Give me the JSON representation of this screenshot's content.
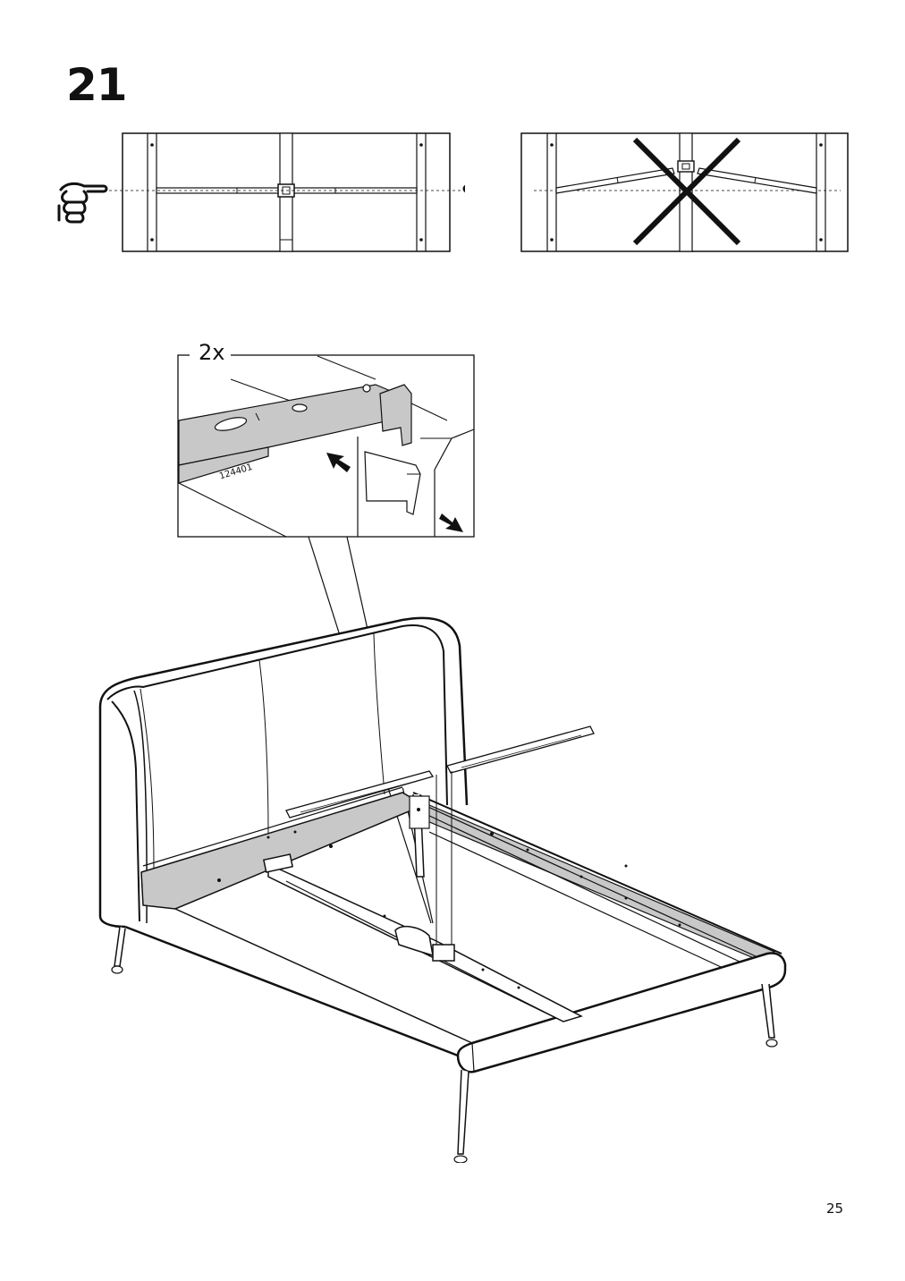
{
  "page": {
    "step_number": "21",
    "page_number": "25"
  },
  "detail": {
    "quantity": "2x",
    "part_number": "124401"
  },
  "colors": {
    "line": "#111111",
    "fill_grey": "#c8c8c8",
    "background": "#ffffff"
  },
  "icons": [
    "pointing-hand-icon",
    "cross-mark-icon",
    "arrow-icon"
  ]
}
